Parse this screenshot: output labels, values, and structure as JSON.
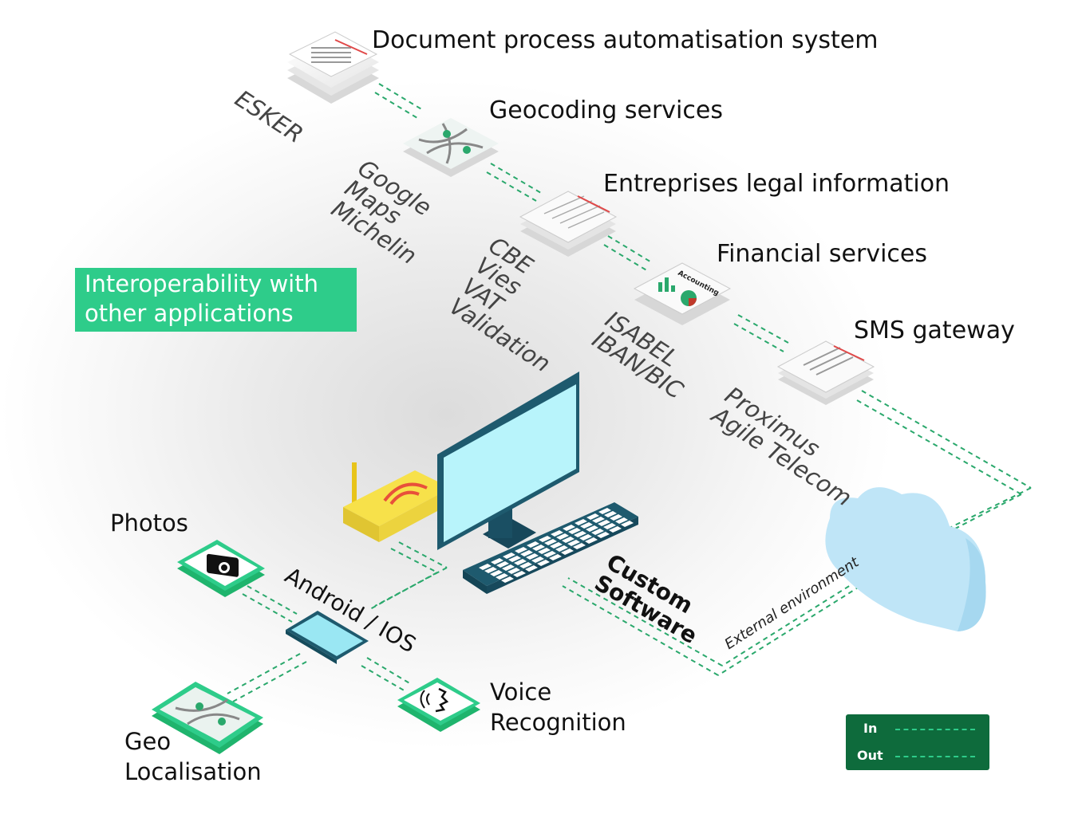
{
  "title": "Interoperability with\nother applications",
  "services": [
    {
      "label": "Document process automatisation system",
      "vendor": "ESKER"
    },
    {
      "label": "Geocoding services",
      "vendor": "Google\nMaps\nMichelin"
    },
    {
      "label": "Entreprises legal information",
      "vendor": "CBE\nVies\nVAT\nValidation"
    },
    {
      "label": "Financial services",
      "vendor": "ISABEL\nIBAN/BIC"
    },
    {
      "label": "SMS gateway",
      "vendor": "Proximus\nAgile Telecom"
    }
  ],
  "accounting_label": "Accounting",
  "center": {
    "label": "Custom\nSoftware"
  },
  "external": {
    "label": "External environment"
  },
  "mobile": {
    "label": "Android / IOS",
    "items": [
      {
        "label": "Photos",
        "icon": "camera-icon"
      },
      {
        "label": "Geo\nLocalisation",
        "icon": "map-icon"
      },
      {
        "label": "Voice\nRecognition",
        "icon": "voice-icon"
      }
    ]
  },
  "legend": {
    "in": "In",
    "out": "Out"
  },
  "colors": {
    "accent": "#2ecc8a",
    "legend_bg": "#0e6b3c",
    "screen": "#b8f4fb",
    "monitor": "#1e5a6e",
    "router": "#f7e14a",
    "cloud": "#bfe5f7"
  }
}
